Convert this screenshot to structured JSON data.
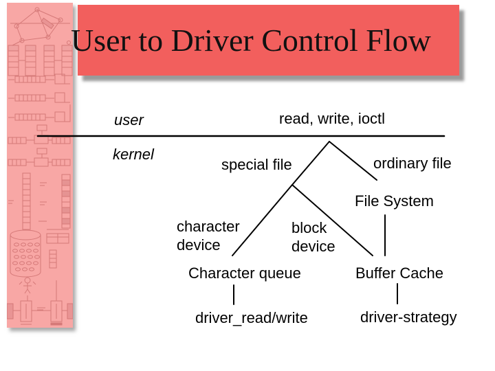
{
  "slide": {
    "title": "User to Driver Control Flow"
  },
  "colors": {
    "banner_red": "#f25f5d",
    "sidebar_pink": "#f8a7a5",
    "shadow_gray": "#9b9b9b",
    "text_black": "#000000"
  },
  "diagram": {
    "boundary": {
      "user": "user",
      "kernel": "kernel"
    },
    "syscalls": "read, write, ioctl",
    "labels": {
      "special_file": "special file",
      "ordinary_file": "ordinary file",
      "file_system": "File System",
      "character_device": "character\ndevice",
      "block_device": "block\ndevice",
      "character_queue": "Character queue",
      "buffer_cache": "Buffer Cache",
      "driver_read_write": "driver_read/write",
      "driver_strategy": "driver-strategy"
    },
    "edges": [
      {
        "from": "read, write, ioctl",
        "to": "special file"
      },
      {
        "from": "read, write, ioctl",
        "to": "ordinary file / File System"
      },
      {
        "from": "special file",
        "to": "character device / Character queue"
      },
      {
        "from": "special file",
        "to": "block device / Buffer Cache"
      },
      {
        "from": "File System",
        "to": "Buffer Cache"
      },
      {
        "from": "Character queue",
        "to": "driver_read/write"
      },
      {
        "from": "Buffer Cache",
        "to": "driver-strategy"
      }
    ]
  }
}
